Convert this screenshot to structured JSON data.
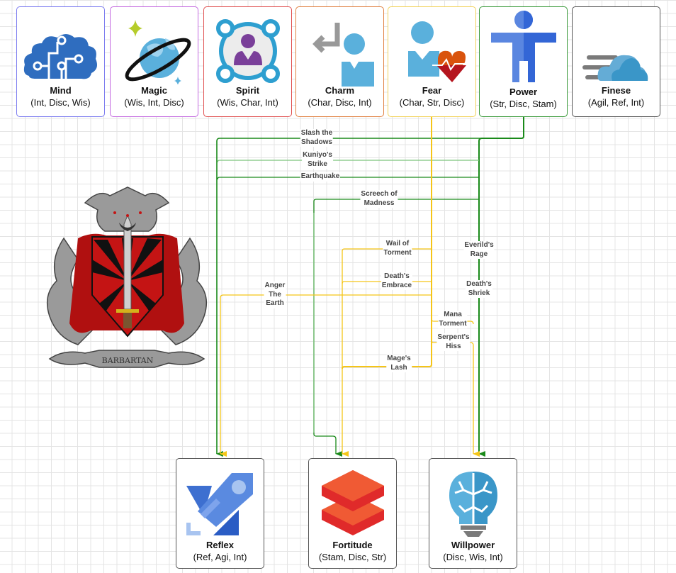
{
  "diagram": {
    "source_nodes": [
      {
        "id": "mind",
        "title": "Mind",
        "stats": "(Int, Disc, Wis)",
        "icon": "brain-circuit-cloud-icon",
        "border": "#7b7bf0"
      },
      {
        "id": "magic",
        "title": "Magic",
        "stats": "(Wis, Int, Disc)",
        "icon": "planet-orbit-icon",
        "border": "#c46ae0"
      },
      {
        "id": "spirit",
        "title": "Spirit",
        "stats": "(Wis, Char, Int)",
        "icon": "person-network-icon",
        "border": "#e05050"
      },
      {
        "id": "charm",
        "title": "Charm",
        "stats": "(Char, Disc, Int)",
        "icon": "person-return-arrow-icon",
        "border": "#e08040"
      },
      {
        "id": "fear",
        "title": "Fear",
        "stats": "(Char, Str, Disc)",
        "icon": "person-heartbeat-icon",
        "border": "#f2d25a"
      },
      {
        "id": "power",
        "title": "Power",
        "stats": "(Str, Disc, Stam)",
        "icon": "accessibility-person-icon",
        "border": "#3a9a3a"
      },
      {
        "id": "finese",
        "title": "Finese",
        "stats": "(Agil, Ref, Int)",
        "icon": "fast-cloud-icon",
        "border": "#555555"
      }
    ],
    "target_nodes": [
      {
        "id": "reflex",
        "title": "Reflex",
        "stats": "(Ref, Agi, Int)",
        "icon": "rocket-icon",
        "border": "#555555"
      },
      {
        "id": "fortitude",
        "title": "Fortitude",
        "stats": "(Stam, Disc, Str)",
        "icon": "stacked-layers-icon",
        "border": "#555555"
      },
      {
        "id": "willpower",
        "title": "Willpower",
        "stats": "(Disc, Wis, Int)",
        "icon": "lightbulb-brain-icon",
        "border": "#555555"
      }
    ],
    "edges": [
      {
        "label": "Slash the\nShadows",
        "from": "power",
        "to": "reflex",
        "color": "#1a8a1a"
      },
      {
        "label": "Kuniyo's\nStrike",
        "from": "power",
        "to": "reflex",
        "color": "#1a8a1a"
      },
      {
        "label": "Earthquake",
        "from": "power",
        "to": "reflex",
        "color": "#1a8a1a"
      },
      {
        "label": "Screech of\nMadness",
        "from": "power",
        "to": "fortitude",
        "color": "#1a8a1a"
      },
      {
        "label": "Everild's\nRage",
        "from": "power",
        "to": "willpower",
        "color": "#1a8a1a"
      },
      {
        "label": "Death's\nShriek",
        "from": "power",
        "to": "willpower",
        "color": "#1a8a1a"
      },
      {
        "label": "Wail of\nTorment",
        "from": "fear",
        "to": "fortitude",
        "color": "#f5c518"
      },
      {
        "label": "Death's\nEmbrace",
        "from": "fear",
        "to": "fortitude",
        "color": "#f5c518"
      },
      {
        "label": "Anger\nThe\nEarth",
        "from": "fear",
        "to": "reflex",
        "color": "#f5c518"
      },
      {
        "label": "Mana\nTorment",
        "from": "fear",
        "to": "willpower",
        "color": "#f5c518"
      },
      {
        "label": "Serpent's\nHiss",
        "from": "fear",
        "to": "willpower",
        "color": "#f5c518"
      },
      {
        "label": "Mage's\nLash",
        "from": "fear",
        "to": "fortitude",
        "color": "#f5c518"
      }
    ],
    "crest": {
      "banner_text": "BARBARTAN",
      "icon": "boar-crest-icon"
    }
  }
}
